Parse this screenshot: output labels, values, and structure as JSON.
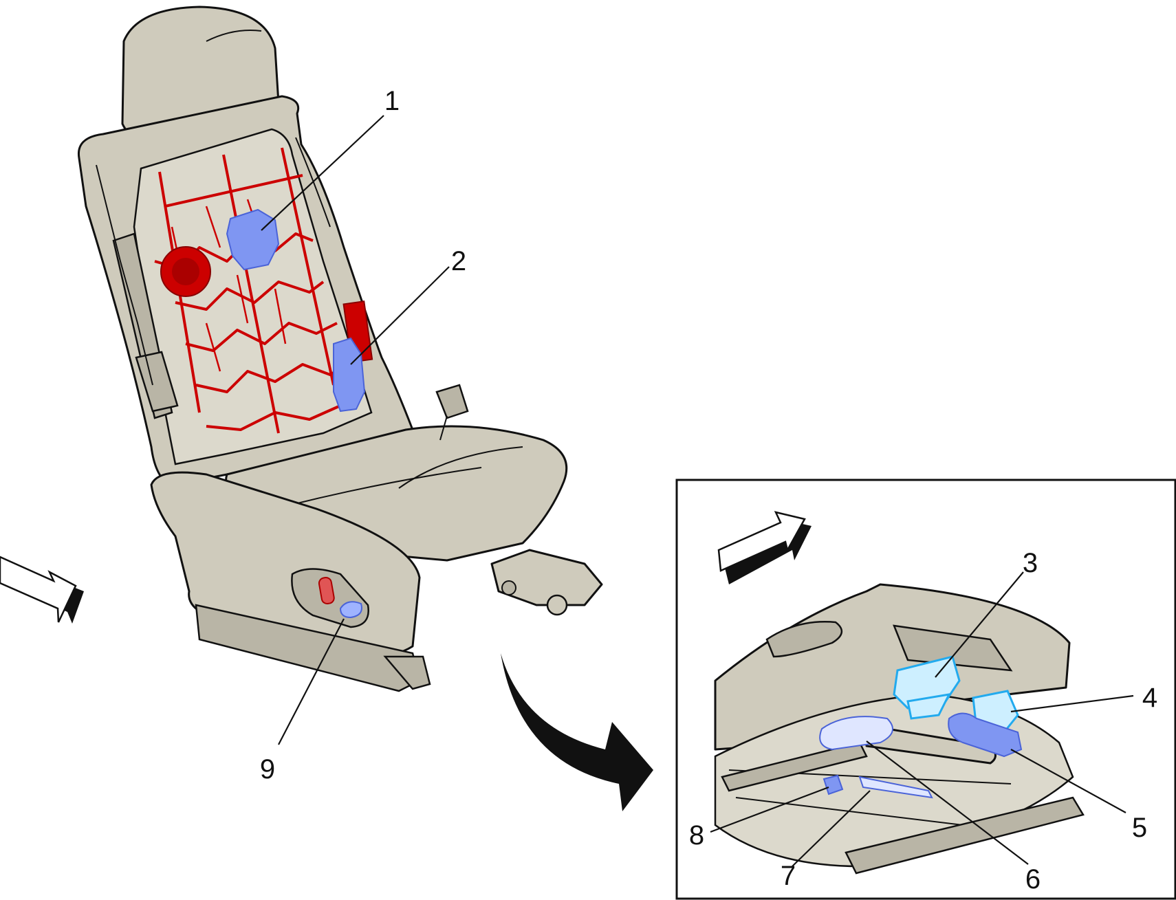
{
  "colors": {
    "background": "#ffffff",
    "seat_fill": "#cfcbbc",
    "outline": "#111111",
    "frame_highlight": "#cc0000",
    "component_blue": "#7f96f2",
    "component_cyan": "#22aaee"
  },
  "callouts": [
    {
      "id": "1",
      "label": "1"
    },
    {
      "id": "2",
      "label": "2"
    },
    {
      "id": "3",
      "label": "3"
    },
    {
      "id": "4",
      "label": "4"
    },
    {
      "id": "5",
      "label": "5"
    },
    {
      "id": "6",
      "label": "6"
    },
    {
      "id": "7",
      "label": "7"
    },
    {
      "id": "8",
      "label": "8"
    },
    {
      "id": "9",
      "label": "9"
    }
  ]
}
